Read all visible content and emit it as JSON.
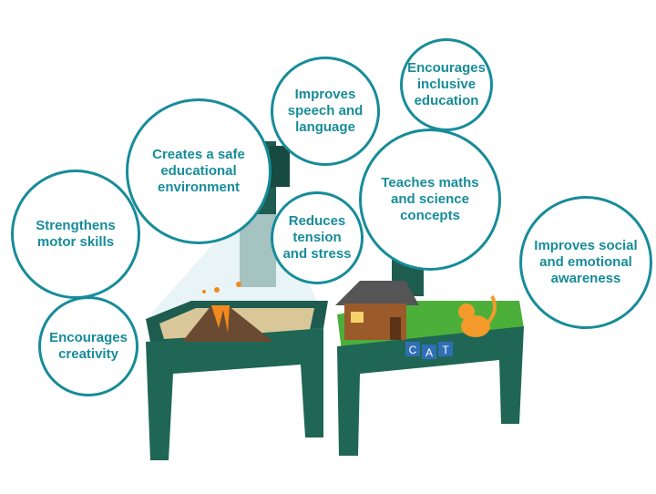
{
  "colors": {
    "accent": "#178c99",
    "table": "#1d5c4f",
    "grass": "#4caf3a"
  },
  "benefits": [
    "Strengthens motor skills",
    "Encourages creativity",
    "Creates a safe educational environment",
    "Improves speech and language",
    "Encourages inclusive education",
    "Reduces tension and stress",
    "Teaches maths and science concepts",
    "Improves social and emotional awareness"
  ],
  "illustration": {
    "letter_blocks": [
      "C",
      "A",
      "T"
    ]
  }
}
